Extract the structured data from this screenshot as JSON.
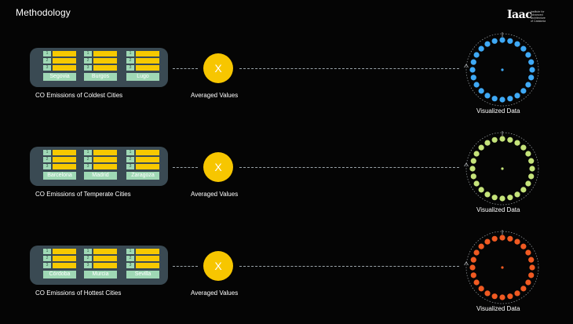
{
  "page": {
    "title": "Methodology",
    "logo_text": "Iaac",
    "logo_lines": [
      "institute for",
      "advanced",
      "architecture",
      "of Catalonia"
    ]
  },
  "colors": {
    "background": "#050505",
    "panel": "#3a4a53",
    "bar": "#f7c900",
    "label_chip": "#9fd8b5",
    "cold": "#3fa9f5",
    "temperate": "#c5e37a",
    "hot": "#f05a22"
  },
  "rows": [
    {
      "cities": [
        "Segovia",
        "Burgos",
        "Lugo"
      ],
      "numbers": [
        "1",
        "2",
        "3"
      ],
      "caption": "CO Emissions of Coldest Cities",
      "operator": "X",
      "averaged_label": "Averaged Values",
      "viz_label": "Visualized Data",
      "color_key": "cold"
    },
    {
      "cities": [
        "Barcelona",
        "Madrid",
        "Zaragoza"
      ],
      "numbers": [
        "1",
        "2",
        "3"
      ],
      "caption": "CO Emissions of Temperate Cities",
      "operator": "X",
      "averaged_label": "Averaged Values",
      "viz_label": "Visualized Data",
      "color_key": "temperate"
    },
    {
      "cities": [
        "Córdoba",
        "Murcia",
        "Sevilla"
      ],
      "numbers": [
        "1",
        "2",
        "3"
      ],
      "caption": "CO Emissions of Hottest Cities",
      "operator": "X",
      "averaged_label": "Averaged Values",
      "viz_label": "Visualized Data",
      "color_key": "hot"
    }
  ]
}
